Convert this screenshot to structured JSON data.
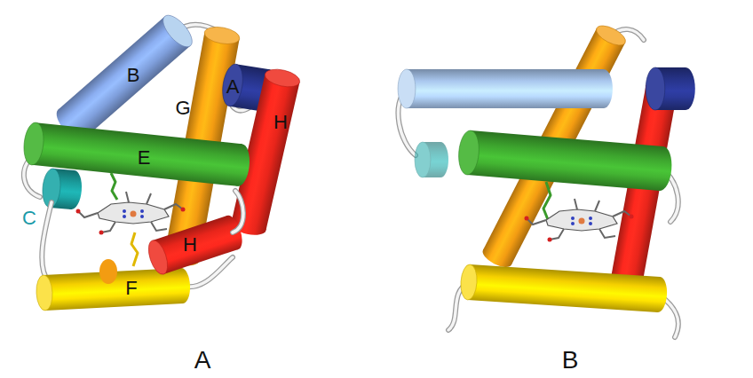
{
  "diagram": {
    "labels": [
      "B",
      "G",
      "A",
      "H",
      "E",
      "C",
      "H",
      "F",
      "A",
      "B"
    ]
  }
}
